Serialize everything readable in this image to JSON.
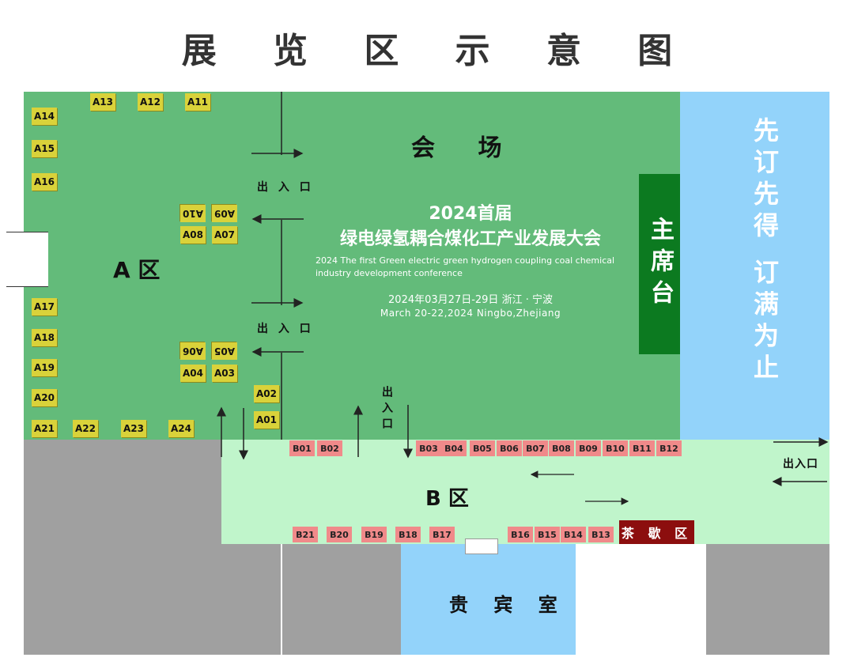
{
  "title": "展 览 区 示 意 图",
  "venue": "会 场",
  "zone_a": "A 区",
  "zone_b": "B 区",
  "stage": "主席台",
  "presale": "先订先得 订满为止",
  "tea_area": "茶 歇 区",
  "vip_room": "贵 宾 室",
  "exit": "出 入 口",
  "exit_vertical": "出入口",
  "exit_right": "出入口",
  "conference": {
    "line1": "2024首届",
    "line2": "绿电绿氢耦合煤化工产业发展大会",
    "en1": "2024 The first  Green electric green hydrogen coupling coal chemical",
    "en2": "industry development conference",
    "date_cn": "2024年03月27日-29日 浙江 · 宁波",
    "date_en": "March 20-22,2024 Ningbo,Zhejiang"
  },
  "booths_a": {
    "a01": "A01",
    "a02": "A02",
    "a03": "A03",
    "a04": "A04",
    "a05": "A05",
    "a06": "A06",
    "a07": "A07",
    "a08": "A08",
    "a09": "A09",
    "a10": "A10",
    "a11": "A11",
    "a12": "A12",
    "a13": "A13",
    "a14": "A14",
    "a15": "A15",
    "a16": "A16",
    "a17": "A17",
    "a18": "A18",
    "a19": "A19",
    "a20": "A20",
    "a21": "A21",
    "a22": "A22",
    "a23": "A23",
    "a24": "A24"
  },
  "booths_b": {
    "b01": "B01",
    "b02": "B02",
    "b03": "B03",
    "b04": "B04",
    "b05": "B05",
    "b06": "B06",
    "b07": "B07",
    "b08": "B08",
    "b09": "B09",
    "b10": "B10",
    "b11": "B11",
    "b12": "B12",
    "b13": "B13",
    "b14": "B14",
    "b15": "B15",
    "b16": "B16",
    "b17": "B17",
    "b18": "B18",
    "b19": "B19",
    "b20": "B20",
    "b21": "B21"
  },
  "colors": {
    "zone_a": "#63bb7a",
    "zone_b": "#c0f5cb",
    "booth_a": "#d9d23a",
    "booth_b": "#f08a8a",
    "stage": "#0c7a20",
    "tea": "#8c0e0e",
    "vip": "#93d3fa",
    "gray": "#a0a0a0"
  }
}
